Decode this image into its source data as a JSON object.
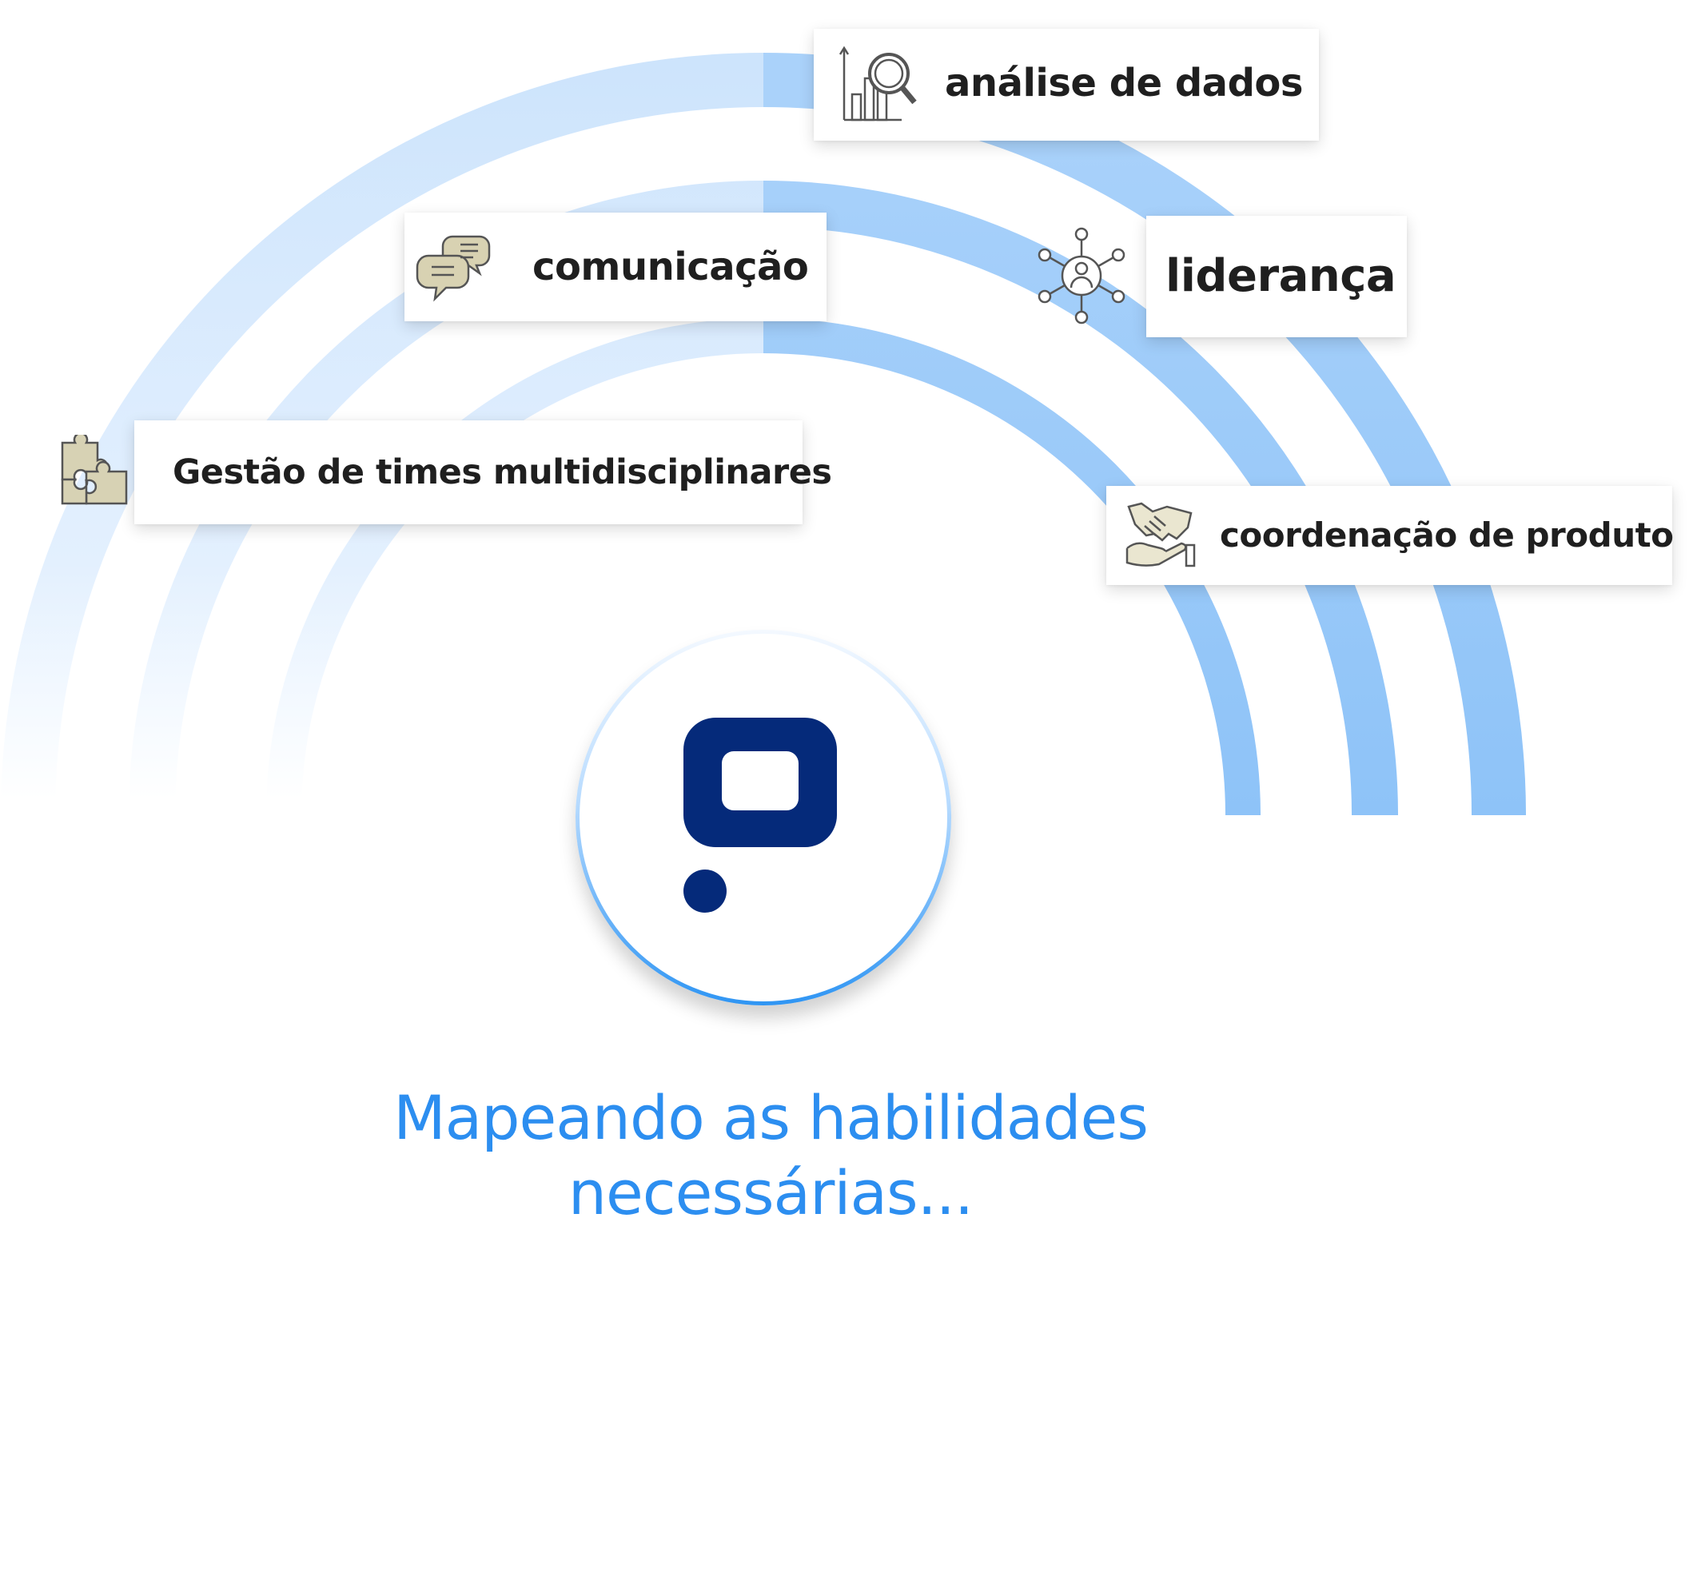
{
  "skills": [
    {
      "id": "analise",
      "label": "análise de dados",
      "icon": "chart-magnifier-icon"
    },
    {
      "id": "comunicacao",
      "label": "comunicação",
      "icon": "speech-bubbles-icon"
    },
    {
      "id": "lideranca",
      "label": "liderança",
      "icon": "network-person-icon"
    },
    {
      "id": "gestao",
      "label": "Gestão de times multidisciplinares",
      "icon": "puzzle-icon"
    },
    {
      "id": "coordenacao",
      "label": "coordenação de produto",
      "icon": "handshake-icon"
    }
  ],
  "hub": {
    "icon": "brand-logo-icon",
    "logo_color": "#052a7a"
  },
  "caption": {
    "line1": "Mapeando as habilidades",
    "line2": "necessárias..."
  },
  "colors": {
    "accent": "#2c8ef0",
    "arc_strong": "#90c4f8",
    "arc_light": "#cfe6fd"
  }
}
